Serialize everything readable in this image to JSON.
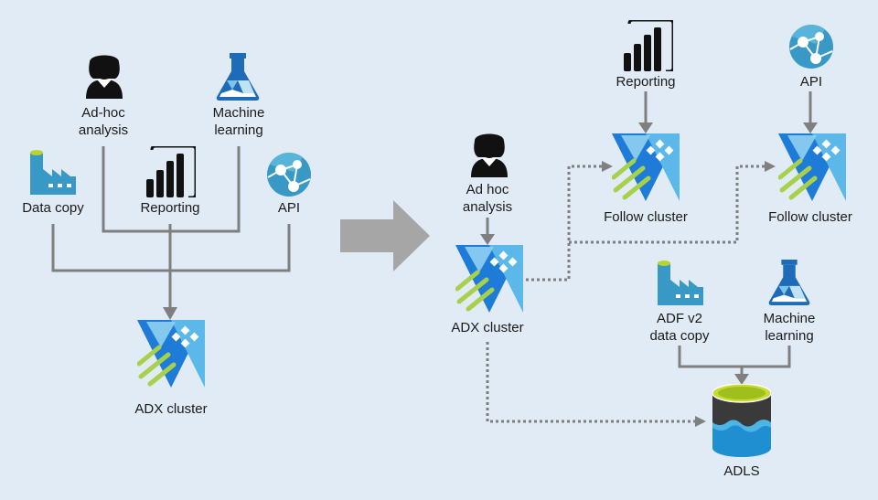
{
  "diagram": {
    "left": {
      "ad_hoc": "Ad-hoc\nanalysis",
      "machine_learning": "Machine\nlearning",
      "data_copy": "Data copy",
      "reporting": "Reporting",
      "api": "API",
      "adx_cluster": "ADX cluster"
    },
    "right": {
      "ad_hoc": "Ad hoc\nanalysis",
      "adx_cluster": "ADX cluster",
      "reporting": "Reporting",
      "api": "API",
      "follow_cluster_1": "Follow cluster",
      "follow_cluster_2": "Follow cluster",
      "adf_copy": "ADF v2\ndata copy",
      "machine_learning": "Machine\nlearning",
      "adls": "ADLS"
    }
  },
  "colors": {
    "background": "#e1ebf5",
    "line": "#7f7f7f",
    "transition_arrow": "#a6a6a6",
    "azure_blue": "#1e7bd7",
    "adx_light": "#5cb8e8",
    "adx_green": "#a7d04b",
    "factory_blue": "#3999c6",
    "factory_green": "#b8d432",
    "ml_blue": "#1e6bb8"
  }
}
